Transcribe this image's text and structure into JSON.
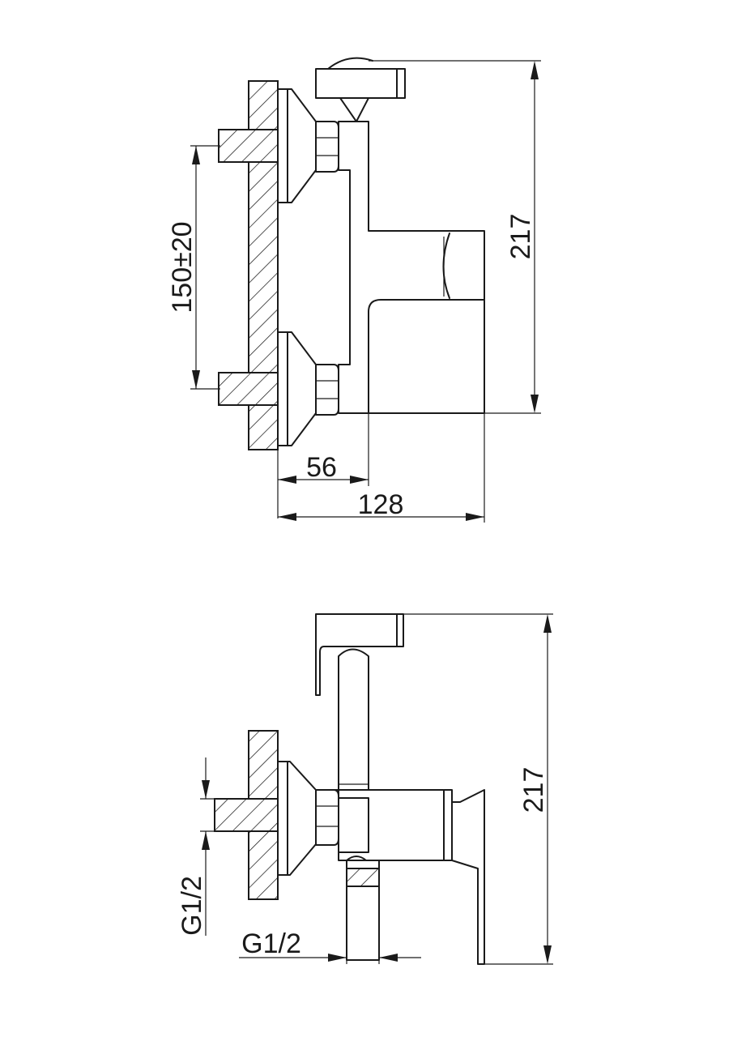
{
  "views": {
    "side_view": {
      "dim_height": "217",
      "dim_inlet_spacing": "150±20",
      "dim_projection_inner": "56",
      "dim_projection_total": "128"
    },
    "front_view": {
      "dim_height": "217",
      "dim_inlet_thread": "G1/2",
      "dim_outlet_thread": "G1/2"
    }
  }
}
